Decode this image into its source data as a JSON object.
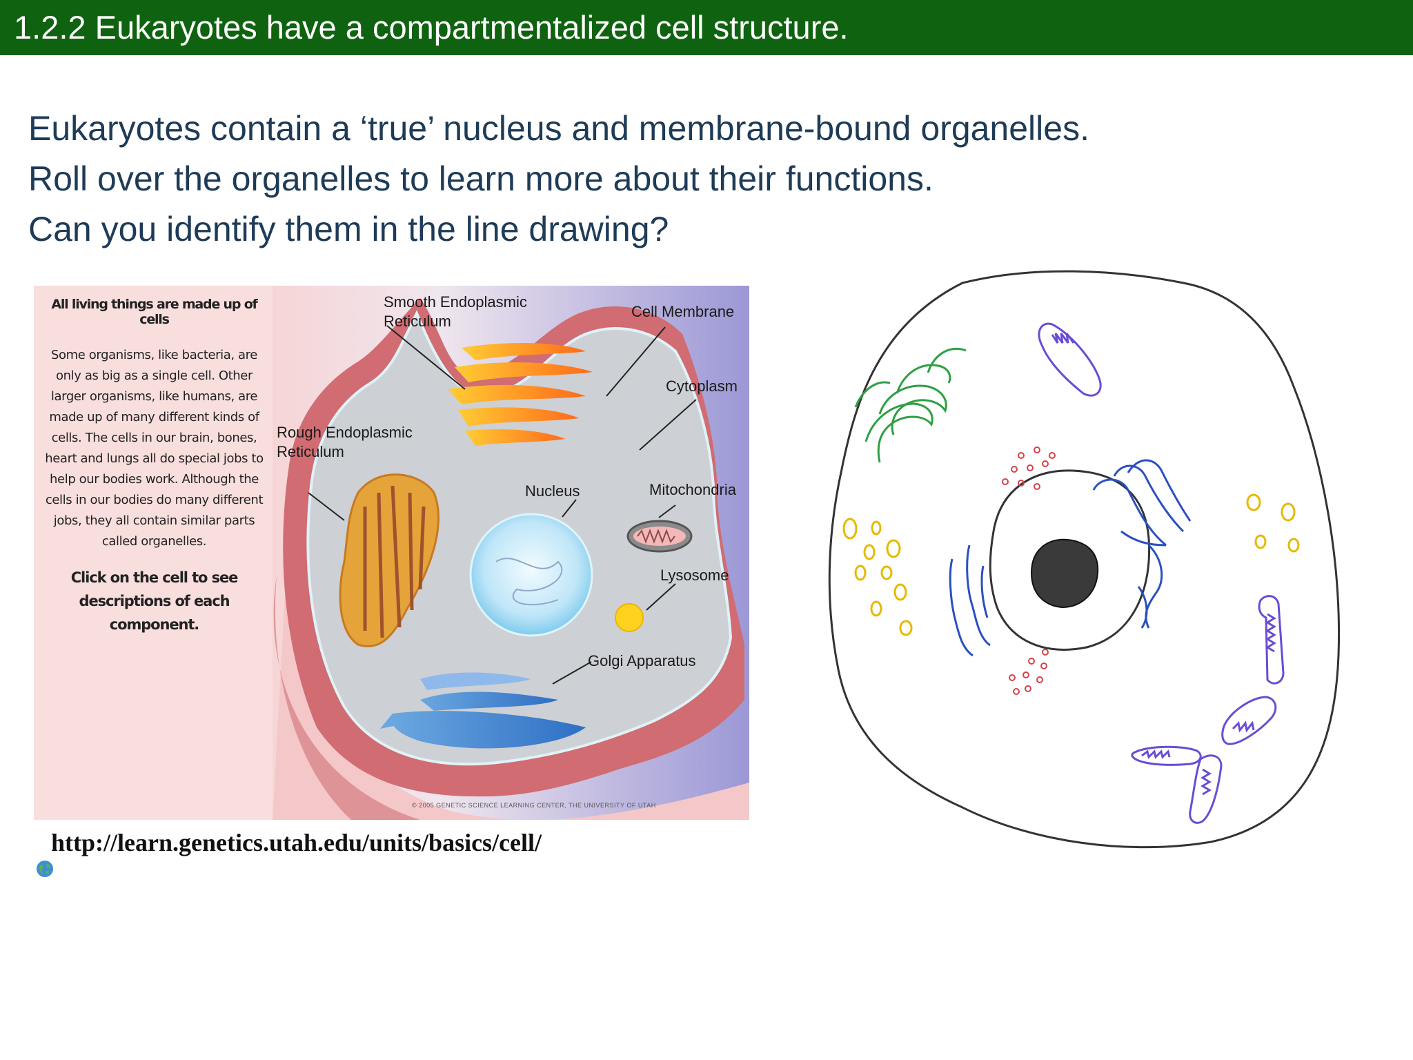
{
  "slide": {
    "title": "1.2.2 Eukaryotes have a compartmentalized cell structure.",
    "intro_lines": [
      "Eukaryotes contain a ‘true’ nucleus and membrane-bound organelles.",
      "Roll over the organelles to learn more about their functions.",
      "Can you identify them in the line drawing?"
    ]
  },
  "figure": {
    "side_heading": "All living things are made up of cells",
    "side_body": "Some organisms, like bacteria, are only as big as a single cell. Other larger organisms, like humans, are made up of many different kinds of cells. The cells in our brain, bones, heart and lungs all do special jobs to help our bodies work. Although the cells in our bodies do many different jobs, they all contain similar parts called organelles.",
    "side_cta": "Click on the cell to see descriptions of each component.",
    "labels": {
      "smooth_er": "Smooth Endoplasmic Reticulum",
      "cell_membrane": "Cell Membrane",
      "cytoplasm": "Cytoplasm",
      "rough_er": "Rough Endoplasmic Reticulum",
      "nucleus": "Nucleus",
      "mitochondria": "Mitochondria",
      "lysosome": "Lysosome",
      "golgi": "Golgi Apparatus"
    },
    "copyright": "© 2005 GENETIC SCIENCE LEARNING CENTER, THE UNIVERSITY OF UTAH",
    "colors": {
      "background_left": "#f9dede",
      "background_right": "#9696d3",
      "cytoplasm": "#cfd2d6",
      "membrane_fold": "#d47a7e"
    }
  },
  "source": {
    "url": "http://learn.genetics.utah.edu/units/basics/cell/",
    "icon": "globe-icon"
  },
  "line_drawing": {
    "colors": {
      "golgi": "#2ea043",
      "mitochondria": "#6a4cd4",
      "rough_er": "#2b4fc0",
      "vesicles": "#e6b800",
      "ribosomes": "#d9404a",
      "outline": "#333333"
    }
  }
}
